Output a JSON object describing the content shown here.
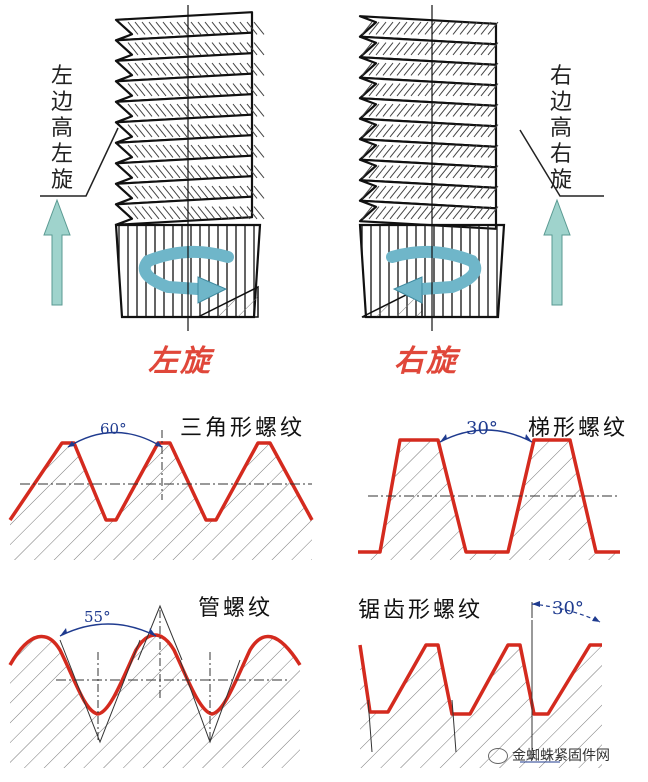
{
  "screws": {
    "left": {
      "side_label": "左边高左旋",
      "title": "左旋"
    },
    "right": {
      "side_label": "右边高右旋",
      "title": "右旋"
    }
  },
  "profiles": {
    "triangular": {
      "title": "三角形螺纹",
      "angle": "60°"
    },
    "trapezoid": {
      "title": "梯形螺纹",
      "angle": "30°"
    },
    "pipe": {
      "title": "管螺纹",
      "angle": "55°"
    },
    "sawtooth": {
      "title": "锯齿形螺纹",
      "angle": "30°"
    }
  },
  "watermark": {
    "text": "金蜘蛛紧固件网"
  },
  "colors": {
    "thread_red": "#d42a1e",
    "arrow_teal": "#9fd3cc",
    "angle_blue": "#1f3b8f",
    "title_red": "#e0473a"
  }
}
